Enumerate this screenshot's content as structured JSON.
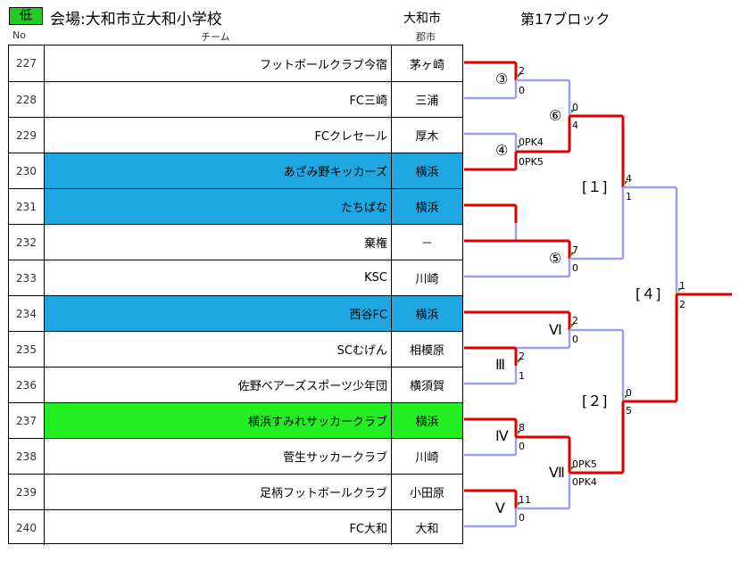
{
  "header": {
    "level_badge": "低",
    "venue": "会場:大和市立大和小学校",
    "city": "大和市",
    "block": "第17ブロック"
  },
  "columns": {
    "no": "No",
    "team": "チーム",
    "city": "郡市"
  },
  "colors": {
    "blue_highlight": "#1ea7e1",
    "green_highlight": "#22ee22",
    "winner_line": "#e00000",
    "loser_line": "#a0a0ee",
    "tick": "#228822"
  },
  "teams": [
    {
      "no": "227",
      "name": "フットボールクラブ今宿",
      "city": "茅ヶ崎",
      "highlight": ""
    },
    {
      "no": "228",
      "name": "FC三崎",
      "city": "三浦",
      "highlight": ""
    },
    {
      "no": "229",
      "name": "FCクレセール",
      "city": "厚木",
      "highlight": ""
    },
    {
      "no": "230",
      "name": "あざみ野キッカーズ",
      "city": "横浜",
      "highlight": "blue"
    },
    {
      "no": "231",
      "name": "たちばな",
      "city": "横浜",
      "highlight": "blue"
    },
    {
      "no": "232",
      "name": "棄権",
      "city": "－",
      "highlight": ""
    },
    {
      "no": "233",
      "name": "KSC",
      "city": "川崎",
      "highlight": ""
    },
    {
      "no": "234",
      "name": "西谷FC",
      "city": "横浜",
      "highlight": "blue"
    },
    {
      "no": "235",
      "name": "SCむげん",
      "city": "相模原",
      "highlight": ""
    },
    {
      "no": "236",
      "name": "佐野ベアーズスポーツ少年団",
      "city": "横須賀",
      "highlight": ""
    },
    {
      "no": "237",
      "name": "横浜すみれサッカークラブ",
      "city": "横浜",
      "highlight": "green"
    },
    {
      "no": "238",
      "name": "菅生サッカークラブ",
      "city": "川崎",
      "highlight": ""
    },
    {
      "no": "239",
      "name": "足柄フットボールクラブ",
      "city": "小田原",
      "highlight": ""
    },
    {
      "no": "240",
      "name": "FC大和",
      "city": "大和",
      "highlight": ""
    }
  ],
  "matches": [
    {
      "label": "③",
      "top_score": "2",
      "bottom_score": "0",
      "winner": "top"
    },
    {
      "label": "④",
      "top_score": "0PK4",
      "bottom_score": "0PK5",
      "winner": "bottom"
    },
    {
      "label": "⑤",
      "top_score": "7",
      "bottom_score": "0",
      "winner": "top"
    },
    {
      "label": "Ⅵ",
      "top_score": "2",
      "bottom_score": "0",
      "winner": "top"
    },
    {
      "label": "Ⅲ",
      "top_score": "2",
      "bottom_score": "1",
      "winner": "top"
    },
    {
      "label": "Ⅳ",
      "top_score": "8",
      "bottom_score": "0",
      "winner": "top"
    },
    {
      "label": "Ⅴ",
      "top_score": "11",
      "bottom_score": "0",
      "winner": "top"
    },
    {
      "label": "⑥",
      "top_score": "0",
      "bottom_score": "4",
      "winner": "bottom"
    },
    {
      "label": "Ⅶ",
      "top_score": "0PK5",
      "bottom_score": "0PK4",
      "winner": "top"
    },
    {
      "label": "[１]",
      "top_score": "4",
      "bottom_score": "1",
      "winner": "top"
    },
    {
      "label": "[２]",
      "top_score": "0",
      "bottom_score": "5",
      "winner": "bottom"
    },
    {
      "label": "[４]",
      "top_score": "1",
      "bottom_score": "2",
      "winner": "bottom"
    }
  ]
}
